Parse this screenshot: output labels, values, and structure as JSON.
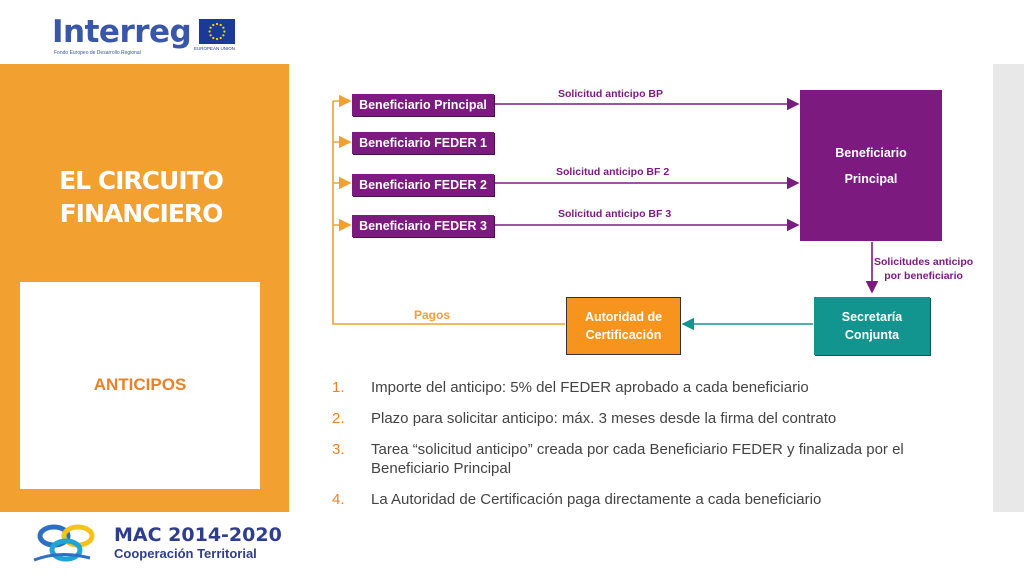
{
  "header": {
    "logo_text": "Interreg",
    "logo_subtitle": "Fondo Europeo de Desarrollo Regional",
    "eu_label": "EUROPEAN UNION"
  },
  "section": {
    "title_line1": "EL CIRCUITO",
    "title_line2": "FINANCIERO",
    "card_label": "ANTICIPOS"
  },
  "diagram": {
    "boxes": {
      "bp": "Beneficiario Principal",
      "bf1": "Beneficiario FEDER 1",
      "bf2": "Beneficiario FEDER 2",
      "bf3": "Beneficiario FEDER 3",
      "principal_line1": "Beneficiario",
      "principal_line2": "Principal",
      "secretaria_line1": "Secretaría",
      "secretaria_line2": "Conjunta",
      "autoridad_line1": "Autoridad de",
      "autoridad_line2": "Certificación"
    },
    "labels": {
      "sol_bp": "Solicitud anticipo BP",
      "sol_bf2": "Solicitud anticipo BF 2",
      "sol_bf3": "Solicitud anticipo BF 3",
      "sol_por_line1": "Solicitudes anticipo",
      "sol_por_line2": "por beneficiario",
      "pagos": "Pagos"
    },
    "colors": {
      "purple": "#7d1a80",
      "teal": "#13958f",
      "orange": "#f7941d",
      "line": "#f2a030"
    }
  },
  "steps": [
    {
      "num": "1.",
      "text": "Importe del anticipo: 5% del FEDER aprobado a cada beneficiario"
    },
    {
      "num": "2.",
      "text": "Plazo para solicitar anticipo: máx. 3 meses desde la firma del contrato"
    },
    {
      "num": "3.",
      "text": "Tarea “solicitud anticipo” creada por cada Beneficiario FEDER y finalizada por el Beneficiario Principal"
    },
    {
      "num": "4.",
      "text": "La Autoridad de Certificación paga directamente a cada beneficiario"
    }
  ],
  "footer": {
    "title": "MAC 2014-2020",
    "subtitle": "Cooperación Territorial"
  }
}
